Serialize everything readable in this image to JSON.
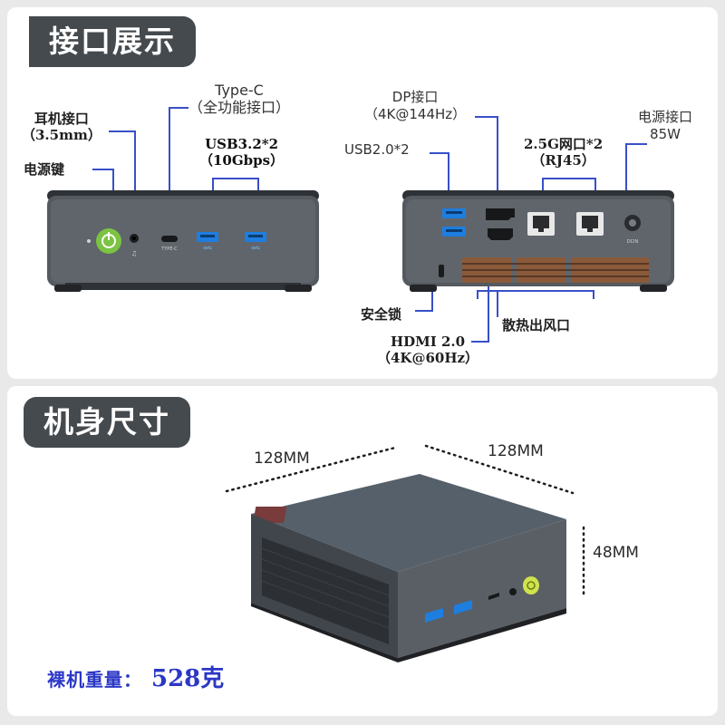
{
  "colors": {
    "title_bg": "#454a4e",
    "leader_line": "#3850c8",
    "device_body": "#555a60",
    "power_button": "#7bc342",
    "weight_text": "#2b37c6"
  },
  "sections": {
    "ports_title": "接口展示",
    "size_title": "机身尺寸"
  },
  "front_ports": {
    "headphone": {
      "label": "耳机接口",
      "sub": "（3.5mm）"
    },
    "power_key": {
      "label": "电源键"
    },
    "typec": {
      "label": "Type-C",
      "sub": "（全功能接口）"
    },
    "usb32": {
      "label": "USB3.2*2",
      "sub": "（10Gbps）"
    },
    "typec_port_text": "TYPE-C"
  },
  "rear_ports": {
    "dp": {
      "label": "DP接口",
      "sub": "（4K@144Hz）"
    },
    "usb20": {
      "label": "USB2.0*2"
    },
    "lan": {
      "label": "2.5G网口*2",
      "sub": "（RJ45）"
    },
    "power_in": {
      "label": "电源接口",
      "sub": "85W"
    },
    "lock": {
      "label": "安全锁"
    },
    "vent": {
      "label": "散热出风口"
    },
    "hdmi": {
      "label": "HDMI 2.0",
      "sub": "（4K@60Hz）"
    },
    "dc_text": "DCIN"
  },
  "dimensions": {
    "width": "128MM",
    "depth": "128MM",
    "height": "48MM"
  },
  "weight": {
    "label": "裸机重量：",
    "value": "528克"
  }
}
